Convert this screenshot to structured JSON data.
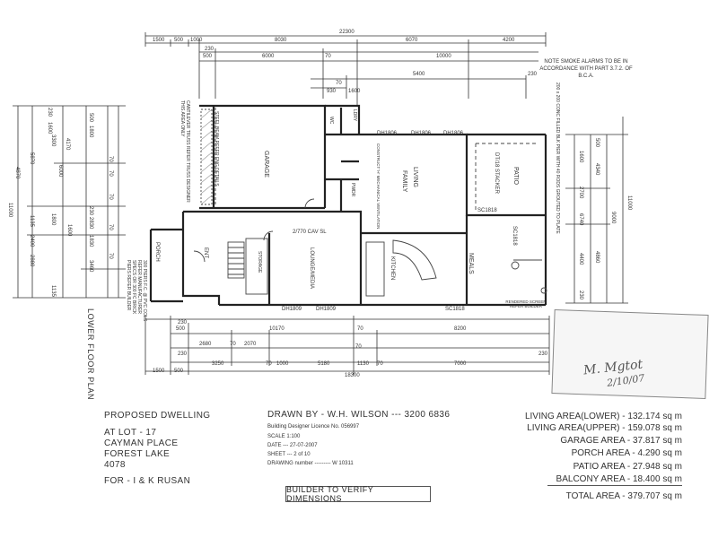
{
  "dims": {
    "top_overall": "22300",
    "top_row1": [
      "1500",
      "500",
      "1000",
      "8030",
      "6070",
      "4200"
    ],
    "top_row2": [
      "230",
      "500",
      "6000",
      "70",
      "10000"
    ],
    "top_row3": [
      "5400",
      "230"
    ],
    "top_row4": [
      "930",
      "1600"
    ],
    "top_small": "70",
    "bottom_row1": [
      "230",
      "500",
      "10170",
      "70",
      "8200"
    ],
    "bottom_row2": [
      "2680",
      "70",
      "2070"
    ],
    "bottom_row3": [
      "230",
      "3250",
      "70",
      "1000",
      "5180",
      "1130",
      "70",
      "7000"
    ],
    "bottom_row4": [
      "1500",
      "500",
      "18300",
      "70",
      "230"
    ],
    "left_col_a": [
      "4870",
      "5870",
      "6000",
      "11000",
      "1135",
      "2400",
      "2880"
    ],
    "left_col_b": [
      "230",
      "1600",
      "3300",
      "4170",
      "1800",
      "1600",
      "1135"
    ],
    "left_col_c": [
      "500",
      "1800",
      "230",
      "2830",
      "1830",
      "3460"
    ],
    "left_col_d": [
      "70",
      "70",
      "70",
      "70",
      "70"
    ],
    "right_col_a": [
      "1600",
      "2700",
      "6740",
      "4400",
      "230"
    ],
    "right_col_b": [
      "500",
      "4340",
      "9000",
      "4860"
    ],
    "right_col_c": [
      "11000"
    ]
  },
  "rooms": {
    "garage": "GARAGE",
    "living": "LIVING",
    "family": "FAMILY",
    "patio": "PATIO",
    "meals": "MEALS",
    "kitchen": "KITCHEN",
    "lounge": "LOUNGE/MEDIA",
    "ent": "ENT",
    "porch": "PORCH",
    "storage": "STORAGE",
    "pwdr": "PWDR",
    "wc": "WC",
    "ldry": "LDRY"
  },
  "labels": {
    "dh1806": "DH1806",
    "dh1809": "DH1809",
    "sc1818": "SC1818",
    "cav_sl": "2/770 CAV SL",
    "stacker": "DT/18 STACKER",
    "rendered_screen": "RENDERED SCREEN REFER BUILDER",
    "steel_beam": "STEEL BEAM REFER ENG DETAILS",
    "cantilever": "CANTILEVER TRUSS REFER TRUSS DESIGNER THIS AREA ONLY",
    "column_note": "200 x 200 CONC FILLED BLK PIER WITH 40 RODS GROUTED TO PLATE",
    "porch_cols": "300 PIERS F.C. @ PVC COLS REFER MANUFACTURER SPECS OR 300 FC BRICK PIERS REFER BUILDER",
    "vent_note": "CONSTRUCT 'H' MECHANICAL VENTILATION",
    "smoke_note": "NOTE SMOKE ALARMS TO BE IN ACCORDANCE WITH PART 3.7.2. OF B.C.A.",
    "plan_title": "LOWER FLOOR PLAN"
  },
  "title_block": {
    "project": "PROPOSED DWELLING",
    "lot": "AT LOT  -  17",
    "street": "CAYMAN PLACE",
    "suburb": "FOREST LAKE",
    "postcode": "4078",
    "for": "FOR  -  I & K RUSAN"
  },
  "drawing": {
    "drawn_by": "DRAWN BY  - W.H. WILSON  ---  3200 6836",
    "licence": "Building Designer Licence No. 056997",
    "scale": "SCALE 1:100",
    "date": "DATE  ---  27-07-2007",
    "sheet": "SHEET  ---  2 of 10",
    "drawing_number": "DRAWING number  ---------  W 10311"
  },
  "verify": "BUILDER TO VERIFY DIMENSIONS",
  "areas": {
    "living_lower": "LIVING AREA(LOWER) - 132.174 sq m",
    "living_upper": "LIVING AREA(UPPER) - 159.078 sq m",
    "garage": "GARAGE AREA - 37.817 sq m",
    "porch": "PORCH AREA - 4.290 sq m",
    "patio": "PATIO AREA - 27.948 sq m",
    "balcony": "BALCONY AREA - 18.400 sq m",
    "total": "TOTAL AREA - 379.707 sq m"
  },
  "signature": {
    "text": "M. Mgtot",
    "date": "2/10/07"
  }
}
